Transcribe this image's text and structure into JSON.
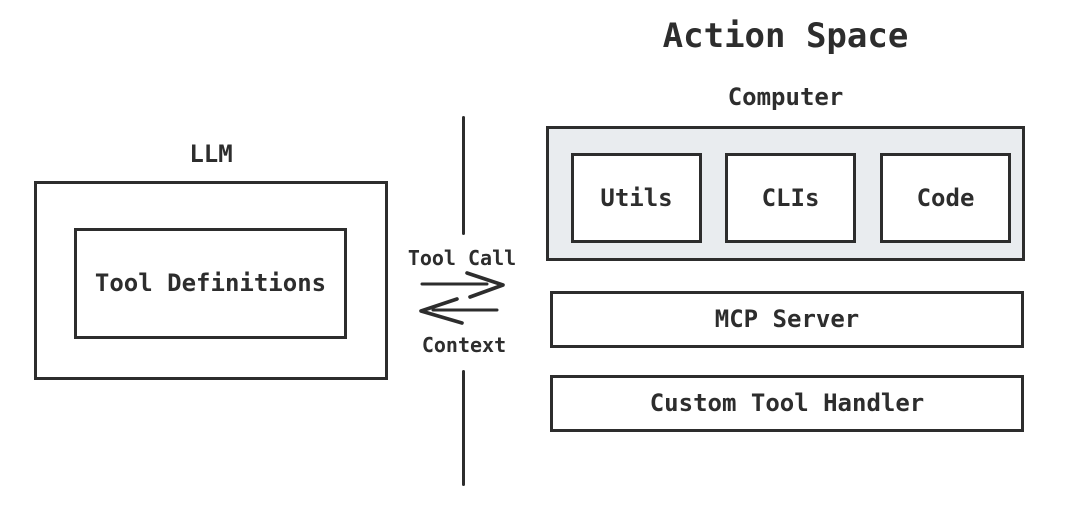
{
  "colors": {
    "ink": "#2d2d2d",
    "background": "#ffffff",
    "computer_fill": "#e9ecef",
    "box_fill": "#ffffff"
  },
  "title": "Action Space",
  "llm": {
    "label": "LLM",
    "tool_definitions_label": "Tool Definitions"
  },
  "exchange": {
    "tool_call_label": "Tool Call",
    "context_label": "Context"
  },
  "action_space": {
    "computer": {
      "label": "Computer",
      "tools": [
        "Utils",
        "CLIs",
        "Code"
      ]
    },
    "mcp_server_label": "MCP Server",
    "custom_tool_handler_label": "Custom Tool Handler"
  }
}
